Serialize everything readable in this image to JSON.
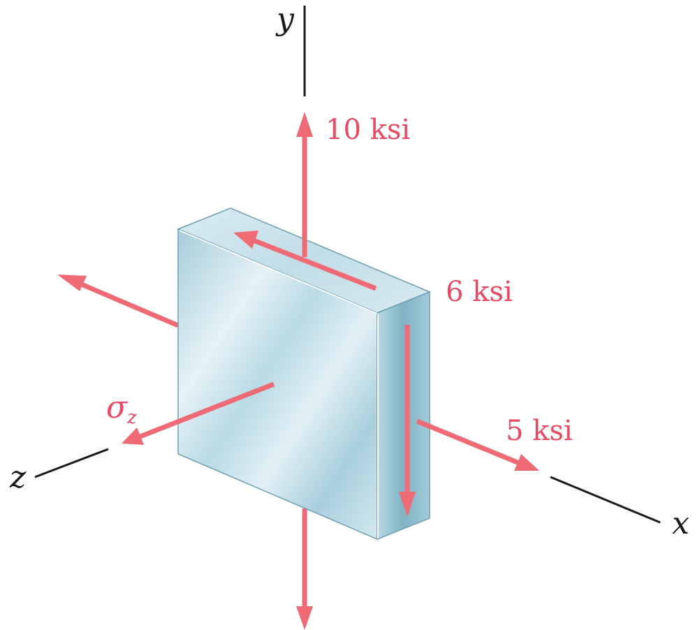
{
  "axes": {
    "x": "x",
    "y": "y",
    "z": "z"
  },
  "stresses": {
    "normal_y": "10 ksi",
    "shear": "6 ksi",
    "normal_x": "5 ksi",
    "normal_z_symbol": "σ",
    "normal_z_subscript": "z"
  },
  "colors": {
    "arrow": "#ee6b75",
    "label": "#e84a63",
    "axis": "#1a1a1a",
    "block_front_light": "#dcedf3",
    "block_front_dark": "#a9cfdc",
    "block_top": "#cde4ec",
    "block_side": "#8fbfcf",
    "block_edge": "#6f9fb1"
  }
}
